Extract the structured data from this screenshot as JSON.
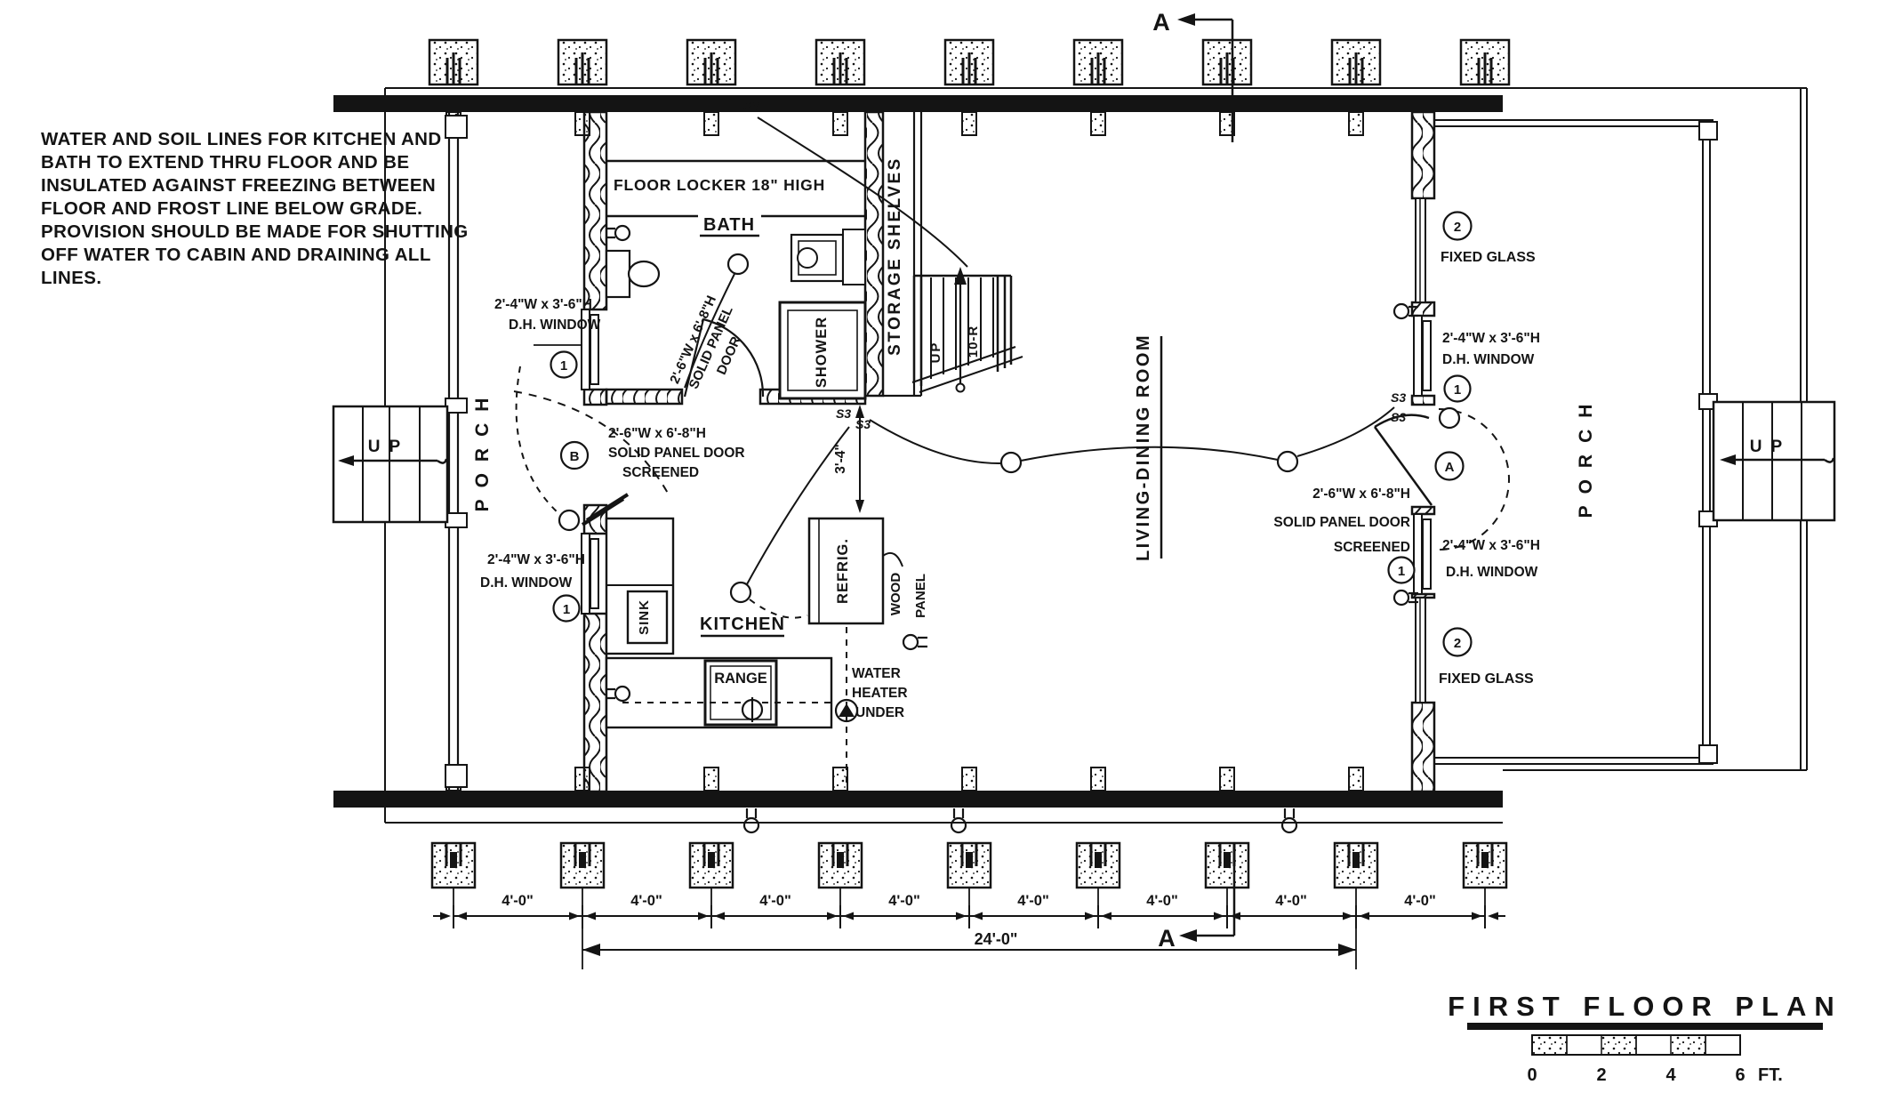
{
  "drawing": {
    "title": "FIRST FLOOR PLAN",
    "scale_ticks": [
      "0",
      "2",
      "4",
      "6",
      "FT."
    ],
    "section_marker": "A",
    "general_note_lines": [
      "WATER AND SOIL LINES FOR KITCHEN AND",
      "BATH TO EXTEND THRU FLOOR AND BE",
      "INSULATED AGAINST FREEZING BETWEEN",
      "FLOOR AND FROST LINE BELOW GRADE.",
      "PROVISION SHOULD BE MADE FOR SHUTTING",
      "OFF WATER TO CABIN AND DRAINING ALL",
      "LINES."
    ]
  },
  "rooms": {
    "bath": "BATH",
    "kitchen": "KITCHEN",
    "living_dining_room": "LIVING-DINING ROOM",
    "porch": "PORCH",
    "storage_shelves": "STORAGE SHELVES"
  },
  "fixtures": {
    "floor_locker": "FLOOR LOCKER 18\" HIGH",
    "shower": "SHOWER",
    "sink": "SINK",
    "range": "RANGE",
    "refrigerator": "REFRIG.",
    "water_heater": [
      "WATER",
      "HEATER",
      "UNDER"
    ],
    "wood_panel": [
      "WOOD",
      "PANEL"
    ]
  },
  "stairs": {
    "up": "UP",
    "risers": "10-R"
  },
  "openings": {
    "dh_window_size": "2'-4\"W x 3'-6\"H",
    "dh_window_label": "D.H. WINDOW",
    "door_size": "2'-6\"W x 6'-8\"H",
    "door_panel": "SOLID PANEL DOOR",
    "door_screened": "SCREENED",
    "bath_door_line1": "SOLID PANEL",
    "bath_door_line2": "DOOR",
    "fixed_glass": "FIXED GLASS",
    "mark_window": "1",
    "mark_fixed": "2",
    "mark_door_a": "A",
    "mark_door_b": "B"
  },
  "electrical": {
    "three_way_switch": "S3"
  },
  "dimensions": {
    "bay": "4'-0\"",
    "overall": "24'-0\"",
    "kitchen_clear": "3'-4\""
  }
}
